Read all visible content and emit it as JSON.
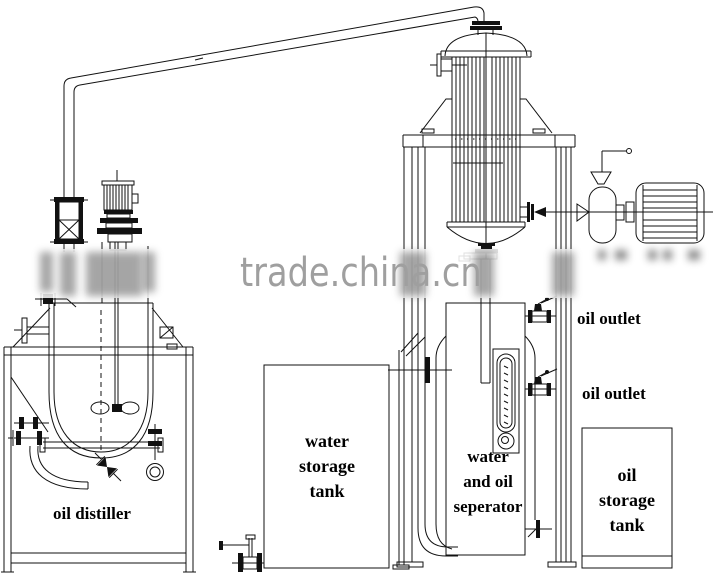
{
  "watermark": {
    "text": "trade.china.cn",
    "color": "#9f9f9f"
  },
  "labels": {
    "oil_distiller": "oil distiller",
    "water_storage_tank": {
      "lines": [
        "water",
        "storage",
        "tank"
      ]
    },
    "water_oil_separator": {
      "lines": [
        "water",
        "and oil",
        "seperator"
      ]
    },
    "oil_storage_tank": {
      "lines": [
        "oil",
        "storage",
        "tank"
      ]
    },
    "oil_outlet_upper": "oil outlet",
    "oil_outlet_lower": "oil outlet"
  },
  "colors": {
    "line": "#111111",
    "background": "#ffffff",
    "watermark": "#9f9f9f"
  }
}
